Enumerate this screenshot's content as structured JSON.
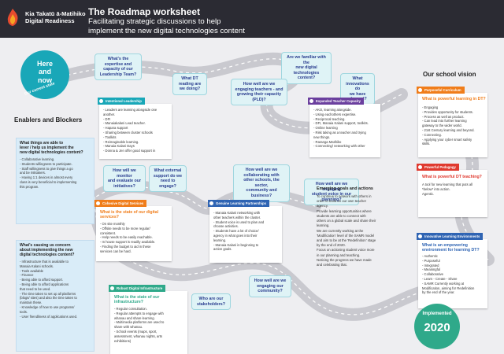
{
  "header": {
    "org_line1": "Kia Takatū ā-Matihiko",
    "org_line2": "Digital Readiness",
    "title": "The Roadmap worksheet",
    "subtitle_line1": "Facilitating strategic discussions to help",
    "subtitle_line2": "implement the new digital technologies content"
  },
  "colors": {
    "teal": "#19a7b8",
    "orange": "#f07d1a",
    "red": "#e03a2f",
    "blue": "#2f64b3",
    "purple": "#6b3f9e",
    "green": "#2fa98a"
  },
  "start": {
    "line1": "Here",
    "line2": "and",
    "line3": "now",
    "arc": "Our current state"
  },
  "sections": {
    "enablers": "Enablers and Blockers",
    "vision": "Our school vision",
    "emerging": "Emerging goals and actions"
  },
  "bubbles": {
    "b1": [
      "What's the",
      "expertise and",
      "capacity of our",
      "Leadership Team?"
    ],
    "b2": [
      "What DT",
      "reading are",
      "we doing?"
    ],
    "b3": [
      "How will we monitor",
      "and evaluate our",
      "initiatives?"
    ],
    "b4": [
      "What external",
      "support do we",
      "need to engage?"
    ],
    "b5": [
      "Are we familiar with the",
      "new digital technologies",
      "content?"
    ],
    "b6": [
      "How well are we",
      "engaging teachers - and",
      "growing their capacity",
      "(PLD)?"
    ],
    "b7": [
      "What",
      "innovations do",
      "we have",
      "planned?"
    ],
    "b8": [
      "How well are we",
      "collaborating with",
      "other schools, the sector,",
      "community and business?"
    ],
    "b9": [
      "How well are we engaging",
      "student voice in our",
      "planning?"
    ],
    "b10": [
      "How well are we",
      "engaging our",
      "community?"
    ],
    "b11": [
      "Who are our",
      "stakeholders?"
    ]
  },
  "enablers_box": {
    "question": [
      "What things are able to",
      "lever / help us implement the",
      "new digital technologies content?"
    ],
    "items": [
      "- Collaborative learning.",
      "- Students willingness to participate.",
      "- Staff willingness to give things a go",
      "  and be risktakers.",
      "- Having 1:1 devices in almost every",
      "  class is very beneficial to implementing",
      "  this program."
    ]
  },
  "blockers_box": {
    "question": [
      "What's causing us concern",
      "about implementing the new",
      "digital technologies content?"
    ],
    "items": [
      "- Infrastructure that is available to",
      "  Manaia Kalani schools.",
      "- Tools available",
      "- Finance",
      "   - Being able to afford support.",
      "   - Being able to afford applications",
      "     that need to be used.",
      "- The time taken to set up all platforms",
      "  (blogs/ sites) and also the time taken to",
      "  maintain these.",
      "- Knowledge of how to use programs/",
      "  tools.",
      "- User friendliness of applications used."
    ]
  },
  "cards": {
    "leadership": {
      "tab": "Intentional Leadership",
      "items": [
        "- Leaders are learning alongside one",
        "  another.",
        "- DFI",
        "- Manaiakalani Lead teacher.",
        "- Hapara support",
        "- Sharing between cluster schools",
        "- Toolkits",
        "- Reimaginable learning.",
        "- Manaia Kalani Days",
        "- Donna & Jen offer good support in"
      ]
    },
    "teacher": {
      "tab": "Expanded Teacher Capacity",
      "items": [
        "- AKO, learning alongside.",
        "- Using eachothers expertise.",
        "- Reciprocal teaching.",
        "- DFI, Manaia Kalani support, toolkits.",
        "- Online learning",
        "- Risk taking as a teacher and trying",
        "  new things.",
        "- Raranga Matihiko",
        "- Connecting/ networking with other"
      ]
    },
    "curriculum": {
      "tab": "Purposeful Curriculum",
      "question": "What is powerful learning in DT?",
      "items": [
        "- Engaging",
        "- Provides opportunity for students.",
        "- Process as well as product.",
        "- Can lead into further learning",
        "  gateway to the wider world.",
        "- 21st Century learning and beyond.",
        "- Connecting.",
        "- Applying your cyber smart safety",
        "  skills."
      ]
    },
    "services": {
      "tab": "Cohesive Digital Services",
      "question": [
        "What is the state of our digital",
        "services?"
      ],
      "items": [
        "- On site monthly",
        "- Offsite needs to be more regular/",
        "  consistent.",
        "- Help needs to be easily reachable.",
        "- In house support is readily available.",
        "- Finding the budget to aid in these",
        "  services can be hard."
      ]
    },
    "partnerships": {
      "tab": "Genuine Learning Partnerships",
      "items": [
        "- Manaia Kalani networking with",
        "  other teachers within the cluster.",
        "- Student voice is used to plan and",
        "  choose activities.",
        "- Students have a lot of choice/",
        "  agency in what goes into their",
        "  learning.",
        "- Manaia Kalani is beginning to",
        "  action goals."
      ]
    },
    "pedagogy": {
      "tab": "Powerful Pedagogy",
      "question": "What is powerful DT teaching?",
      "items": [
        "A tool for new learning that puts all",
        "*below* into action.",
        "",
        "Agentic."
      ]
    },
    "infrastructure": {
      "tab": "Robust Digital Infrastructure",
      "question": [
        "What is the state of our",
        "infrastructure?"
      ],
      "items": [
        "- Regular consultation.",
        "- Regular attempts to engage with",
        "  whanau and share learning.",
        "- Multimedia platforms are used to",
        "  share with whanau.",
        "- School events (maps, sport,",
        "  assessment, whanau nights, arts",
        "  exhibitions)"
      ]
    },
    "environments": {
      "tab": "Innovative Learning Environments",
      "question": [
        "What is an empowering",
        "environment for learning DT?"
      ],
      "items": [
        "- Authentic",
        "- Purposeful",
        "- Integrated",
        "- Meaningful",
        "- Collaborative",
        "- Learn - Create - Share",
        "- SAMR Currently working at",
        "  Modification, aiming for Redefinition",
        "  by the end of the year."
      ]
    }
  },
  "goals": {
    "items": [
      "To continue to network with others in",
      "order to build on our own teacher",
      "agency.",
      "",
      "Provide learning opportunities where",
      "students are able to connect with",
      "others on a global scale and share their",
      "learning.",
      "",
      "We are currently working at the",
      "'Modification' level of the SAMR model",
      "and aim to be at the 'Redefinition' stage",
      "by the end of 2020.",
      "",
      "Focus on actioning student voice more",
      "in our planning and teaching.",
      "",
      "Noticing the progress we have made",
      "and celebrating that."
    ]
  },
  "implemented": {
    "label": "Implemented",
    "year": "2020"
  }
}
